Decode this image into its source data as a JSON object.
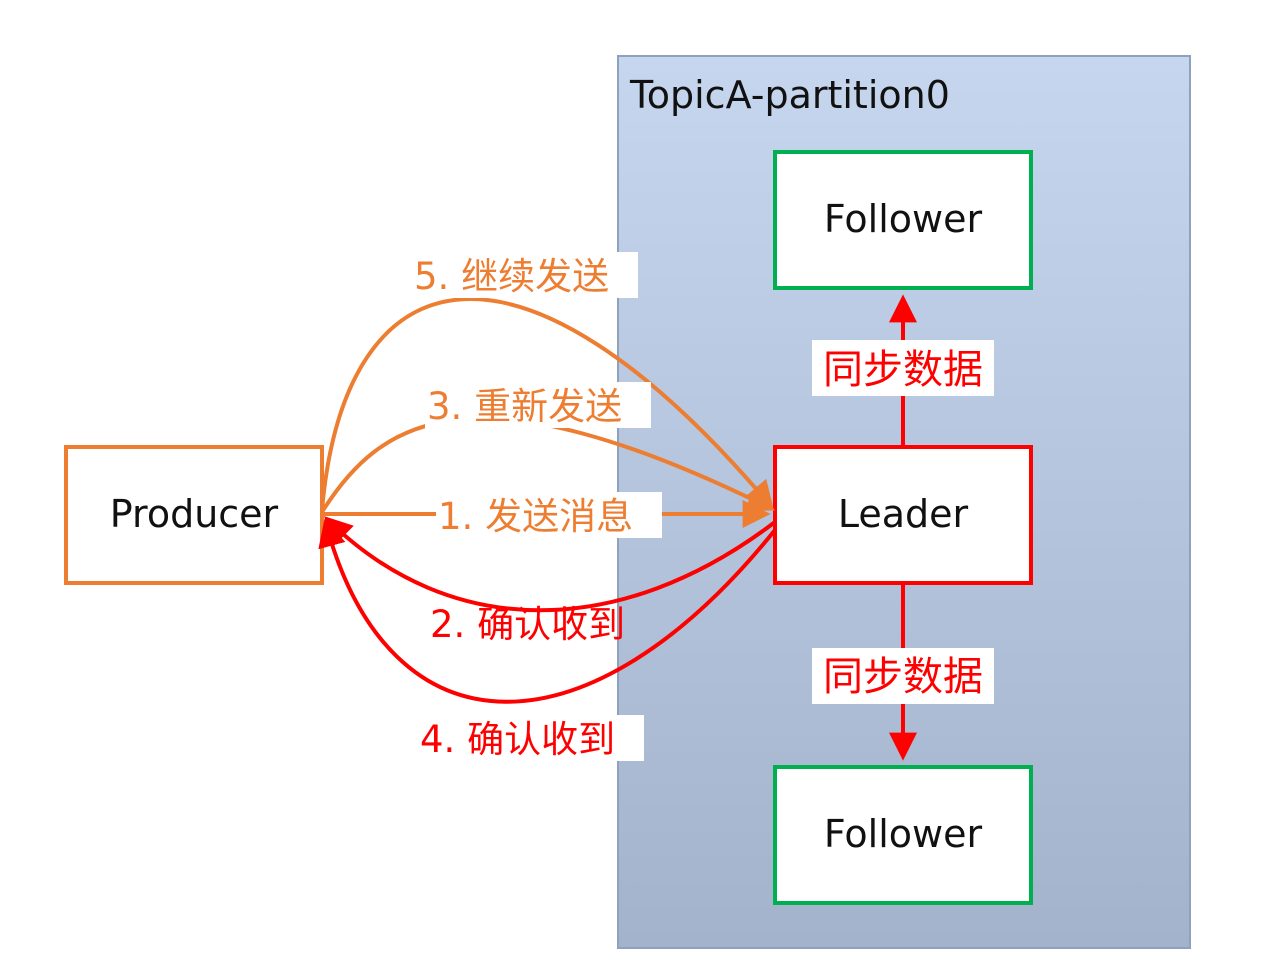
{
  "partition": {
    "title": "TopicA-partition0"
  },
  "nodes": {
    "producer": "Producer",
    "leader": "Leader",
    "follower_top": "Follower",
    "follower_bottom": "Follower"
  },
  "edges": {
    "send_message": "1. 发送消息",
    "ack_received_1": "2. 确认收到",
    "resend": "3. 重新发送",
    "ack_received_2": "4. 确认收到",
    "continue_send": "5. 继续发送"
  },
  "sync": {
    "to_top": "同步数据",
    "to_bottom": "同步数据"
  },
  "colors": {
    "orange": "#ED7D31",
    "red": "#FF0000",
    "green": "#00B050",
    "partition_top": "#C5D5EE",
    "partition_bottom": "#A3B4CC"
  }
}
